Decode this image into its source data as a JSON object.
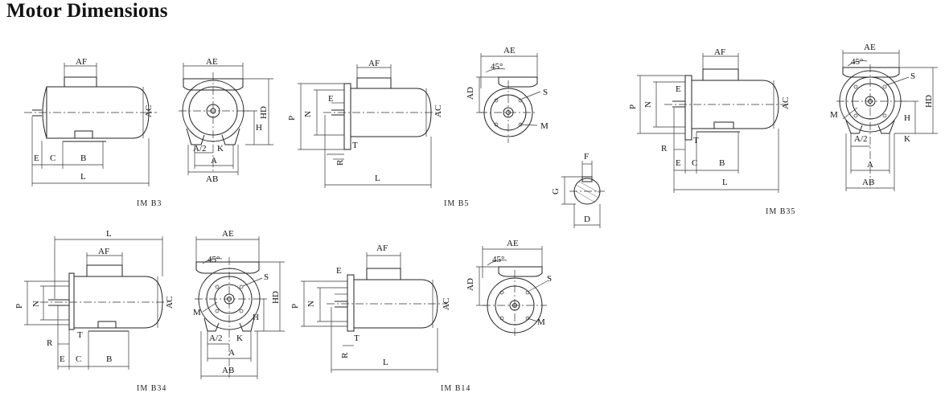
{
  "title": "Motor Dimensions",
  "captions": {
    "b3": "IM B3",
    "b5": "IM B5",
    "b35": "IM B35",
    "b34": "IM B34",
    "b14": "IM B14"
  },
  "labels": {
    "AF": "AF",
    "AE": "AE",
    "AC": "AC",
    "AD": "AD",
    "HD": "HD",
    "H": "H",
    "K": "K",
    "A": "A",
    "A2": "A/2",
    "AB": "AB",
    "E": "E",
    "C": "C",
    "B": "B",
    "L": "L",
    "P": "P",
    "N": "N",
    "T": "T",
    "R": "R",
    "S": "S",
    "M": "M",
    "F": "F",
    "G": "G",
    "D": "D",
    "deg45": "45°"
  }
}
